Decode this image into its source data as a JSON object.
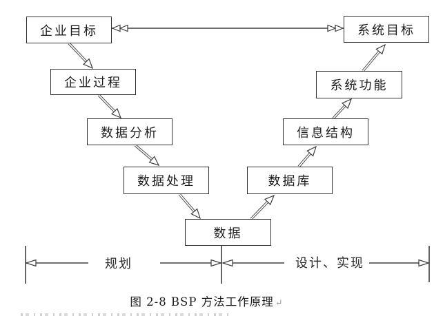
{
  "figure": {
    "caption": "图 2-8 BSP 方法工作原理",
    "caption_return_mark": "↵"
  },
  "diagram": {
    "type": "flow-diagram",
    "nodes": [
      {
        "id": "enterprise-goal",
        "label": "企业目标"
      },
      {
        "id": "enterprise-process",
        "label": "企业过程"
      },
      {
        "id": "data-analysis",
        "label": "数据分析"
      },
      {
        "id": "data-processing",
        "label": "数据处理"
      },
      {
        "id": "data",
        "label": "数据"
      },
      {
        "id": "database",
        "label": "数据库"
      },
      {
        "id": "information-structure",
        "label": "信息结构"
      },
      {
        "id": "system-function",
        "label": "系统功能"
      },
      {
        "id": "system-goal",
        "label": "系统目标"
      }
    ],
    "edges": [
      {
        "from": "企业目标",
        "to": "企业过程",
        "style": "hollow-arrow"
      },
      {
        "from": "企业过程",
        "to": "数据分析",
        "style": "hollow-arrow"
      },
      {
        "from": "数据分析",
        "to": "数据处理",
        "style": "hollow-arrow"
      },
      {
        "from": "数据处理",
        "to": "数据",
        "style": "hollow-arrow"
      },
      {
        "from": "数据",
        "to": "数据库",
        "style": "hollow-arrow"
      },
      {
        "from": "数据库",
        "to": "信息结构",
        "style": "hollow-arrow"
      },
      {
        "from": "信息结构",
        "to": "系统功能",
        "style": "hollow-arrow"
      },
      {
        "from": "系统功能",
        "to": "系统目标",
        "style": "hollow-arrow"
      },
      {
        "from": "企业目标",
        "to": "系统目标",
        "style": "double-chevron-both-ends"
      }
    ],
    "phases": {
      "left": "规划",
      "right": "设计、实现"
    },
    "colors": {
      "line": "#3c3c3c",
      "border": "#2e2e2e",
      "background": "#ffffff",
      "text": "#1c1c1c",
      "return_mark": "#999999"
    }
  }
}
